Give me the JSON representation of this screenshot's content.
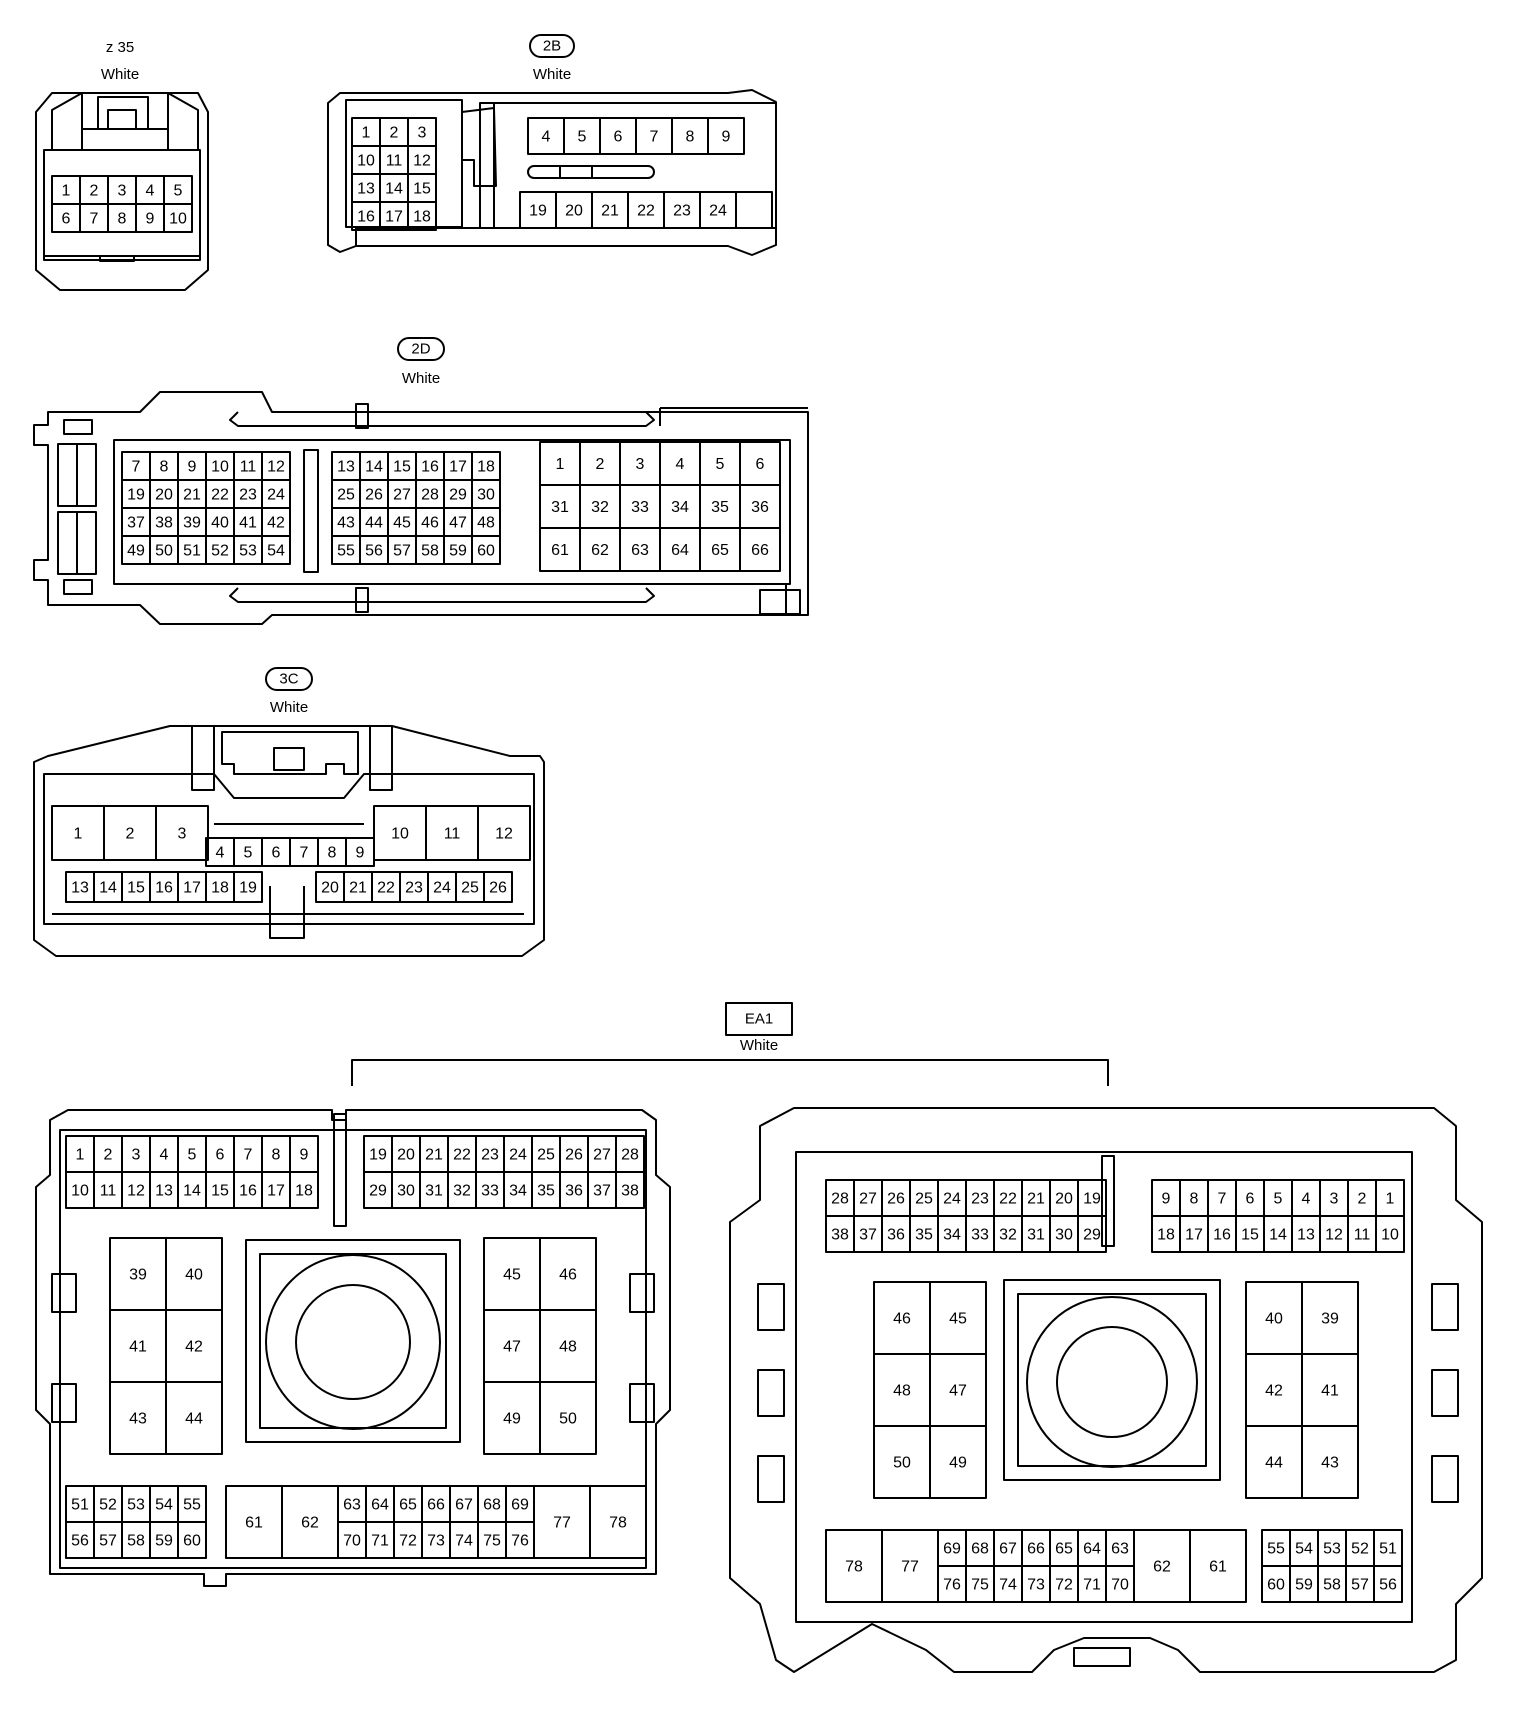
{
  "connectors": {
    "z35": {
      "code": "z 35",
      "color": "White",
      "code_style": "plain",
      "rows": [
        [
          "1",
          "2",
          "3",
          "4",
          "5"
        ],
        [
          "6",
          "7",
          "8",
          "9",
          "10"
        ]
      ]
    },
    "c2b": {
      "code": "2B",
      "color": "White",
      "code_style": "pill",
      "left_block": [
        [
          "1",
          "2",
          "3"
        ],
        [
          "10",
          "11",
          "12"
        ],
        [
          "13",
          "14",
          "15"
        ],
        [
          "16",
          "17",
          "18"
        ]
      ],
      "top_row": [
        "4",
        "5",
        "6",
        "7",
        "8",
        "9"
      ],
      "bottom_row": [
        "19",
        "20",
        "21",
        "22",
        "23",
        "24",
        ""
      ]
    },
    "c2d": {
      "code": "2D",
      "color": "White",
      "code_style": "pill",
      "block_a": [
        [
          "7",
          "8",
          "9",
          "10",
          "11",
          "12"
        ],
        [
          "19",
          "20",
          "21",
          "22",
          "23",
          "24"
        ],
        [
          "37",
          "38",
          "39",
          "40",
          "41",
          "42"
        ],
        [
          "49",
          "50",
          "51",
          "52",
          "53",
          "54"
        ]
      ],
      "block_b": [
        [
          "13",
          "14",
          "15",
          "16",
          "17",
          "18"
        ],
        [
          "25",
          "26",
          "27",
          "28",
          "29",
          "30"
        ],
        [
          "43",
          "44",
          "45",
          "46",
          "47",
          "48"
        ],
        [
          "55",
          "56",
          "57",
          "58",
          "59",
          "60"
        ]
      ],
      "block_c": [
        [
          "1",
          "2",
          "3",
          "4",
          "5",
          "6"
        ],
        [
          "31",
          "32",
          "33",
          "34",
          "35",
          "36"
        ],
        [
          "61",
          "62",
          "63",
          "64",
          "65",
          "66"
        ]
      ]
    },
    "c3c": {
      "code": "3C",
      "color": "White",
      "code_style": "pill",
      "big_left": [
        "1",
        "2",
        "3"
      ],
      "big_right": [
        "10",
        "11",
        "12"
      ],
      "mid_row": [
        "4",
        "5",
        "6",
        "7",
        "8",
        "9"
      ],
      "bottom_left": [
        "13",
        "14",
        "15",
        "16",
        "17",
        "18",
        "19"
      ],
      "bottom_right": [
        "20",
        "21",
        "22",
        "23",
        "24",
        "25",
        "26"
      ]
    },
    "ea1": {
      "code": "EA1",
      "color": "White",
      "code_style": "box",
      "left": {
        "top_a": [
          [
            "1",
            "2",
            "3",
            "4",
            "5",
            "6",
            "7",
            "8",
            "9"
          ],
          [
            "10",
            "11",
            "12",
            "13",
            "14",
            "15",
            "16",
            "17",
            "18"
          ]
        ],
        "top_b": [
          [
            "19",
            "20",
            "21",
            "22",
            "23",
            "24",
            "25",
            "26",
            "27",
            "28"
          ],
          [
            "29",
            "30",
            "31",
            "32",
            "33",
            "34",
            "35",
            "36",
            "37",
            "38"
          ]
        ],
        "mid_a": [
          [
            "39",
            "40"
          ],
          [
            "41",
            "42"
          ],
          [
            "43",
            "44"
          ]
        ],
        "mid_b": [
          [
            "45",
            "46"
          ],
          [
            "47",
            "48"
          ],
          [
            "49",
            "50"
          ]
        ],
        "bot_a": [
          [
            "51",
            "52",
            "53",
            "54",
            "55"
          ],
          [
            "56",
            "57",
            "58",
            "59",
            "60"
          ]
        ],
        "bot_big1": [
          "61",
          "62"
        ],
        "bot_mid": [
          [
            "63",
            "64",
            "65",
            "66",
            "67",
            "68",
            "69"
          ],
          [
            "70",
            "71",
            "72",
            "73",
            "74",
            "75",
            "76"
          ]
        ],
        "bot_big2": [
          "77",
          "78"
        ]
      },
      "right": {
        "top_a": [
          [
            "28",
            "27",
            "26",
            "25",
            "24",
            "23",
            "22",
            "21",
            "20",
            "19"
          ],
          [
            "38",
            "37",
            "36",
            "35",
            "34",
            "33",
            "32",
            "31",
            "30",
            "29"
          ]
        ],
        "top_b": [
          [
            "9",
            "8",
            "7",
            "6",
            "5",
            "4",
            "3",
            "2",
            "1"
          ],
          [
            "18",
            "17",
            "16",
            "15",
            "14",
            "13",
            "12",
            "11",
            "10"
          ]
        ],
        "mid_a": [
          [
            "46",
            "45"
          ],
          [
            "48",
            "47"
          ],
          [
            "50",
            "49"
          ]
        ],
        "mid_b": [
          [
            "40",
            "39"
          ],
          [
            "42",
            "41"
          ],
          [
            "44",
            "43"
          ]
        ],
        "bot_big1": [
          "78",
          "77"
        ],
        "bot_mid": [
          [
            "69",
            "68",
            "67",
            "66",
            "65",
            "64",
            "63"
          ],
          [
            "76",
            "75",
            "74",
            "73",
            "72",
            "71",
            "70"
          ]
        ],
        "bot_big2": [
          "62",
          "61"
        ],
        "bot_b": [
          [
            "55",
            "54",
            "53",
            "52",
            "51"
          ],
          [
            "60",
            "59",
            "58",
            "57",
            "56"
          ]
        ]
      }
    }
  }
}
